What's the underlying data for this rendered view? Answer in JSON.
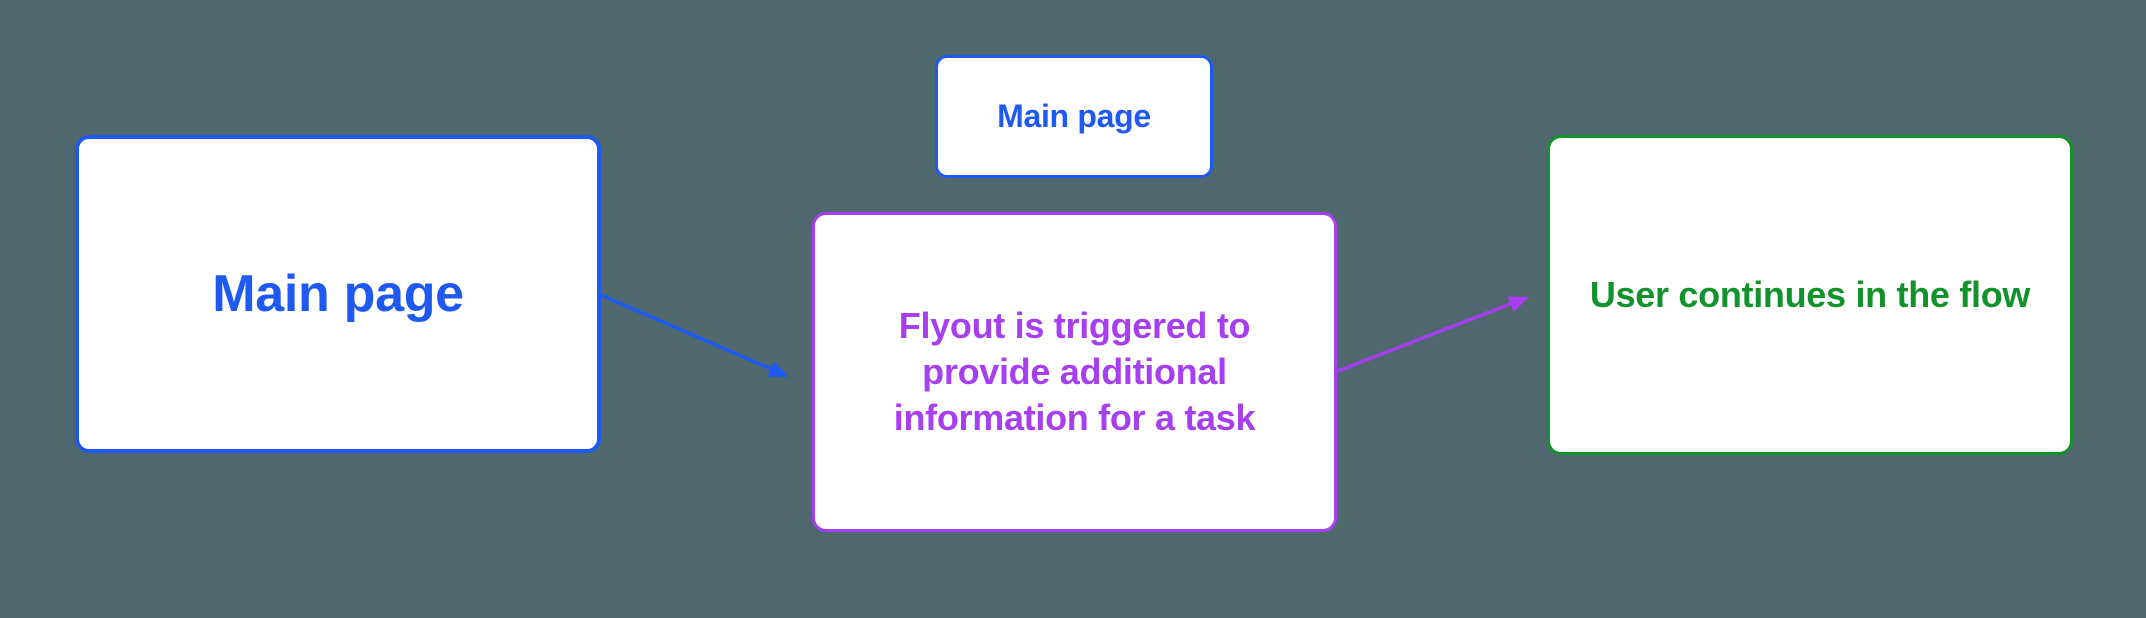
{
  "diagram": {
    "background_color": "#4e686e",
    "node_fill": "#ffffff",
    "nodes": {
      "main_page_large": {
        "label": "Main page",
        "color": "#1e5af2"
      },
      "main_page_small": {
        "label": "Main page",
        "color": "#1e5af2"
      },
      "flyout_note": {
        "label": "Flyout is triggered to\nprovide additional\ninformation for a task",
        "color": "#a73ff0"
      },
      "user_continues": {
        "label": "User continues in the flow",
        "color": "#12922a"
      }
    },
    "connectors": {
      "main_to_flyout": {
        "color": "#1e5af2",
        "direction": "down-right"
      },
      "flyout_to_continue": {
        "color": "#a73ff0",
        "direction": "up-right"
      }
    }
  }
}
